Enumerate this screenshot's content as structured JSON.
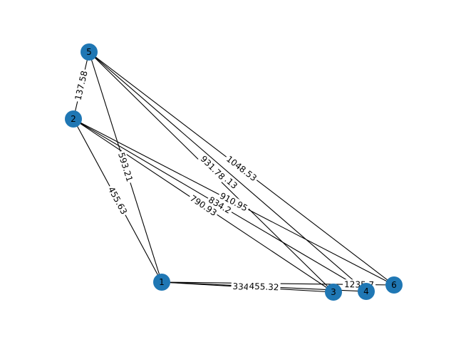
{
  "chart_data": {
    "type": "network",
    "nodes": [
      {
        "id": "1",
        "label": "1"
      },
      {
        "id": "2",
        "label": "2"
      },
      {
        "id": "3",
        "label": "3"
      },
      {
        "id": "4",
        "label": "4"
      },
      {
        "id": "5",
        "label": "5"
      },
      {
        "id": "6",
        "label": "6"
      }
    ],
    "edges": [
      {
        "source": "5",
        "target": "2",
        "label": "137.58"
      },
      {
        "source": "5",
        "target": "1",
        "label": "593.21"
      },
      {
        "source": "5",
        "target": "4",
        "label": "928.13"
      },
      {
        "source": "5",
        "target": "3",
        "label": "931.78"
      },
      {
        "source": "5",
        "target": "6",
        "label": "1048.53"
      },
      {
        "source": "2",
        "target": "1",
        "label": "455.63"
      },
      {
        "source": "2",
        "target": "6",
        "label": "910.95"
      },
      {
        "source": "2",
        "target": "4",
        "label": "834.2"
      },
      {
        "source": "2",
        "target": "3",
        "label": "790.93"
      },
      {
        "source": "1",
        "target": "3",
        "label": "334.39"
      },
      {
        "source": "1",
        "target": "4",
        "label": "455.32"
      },
      {
        "source": "1",
        "target": "6",
        "label": "1235.7"
      }
    ],
    "node_color": "#1f77b4",
    "edge_color": "#000000"
  }
}
